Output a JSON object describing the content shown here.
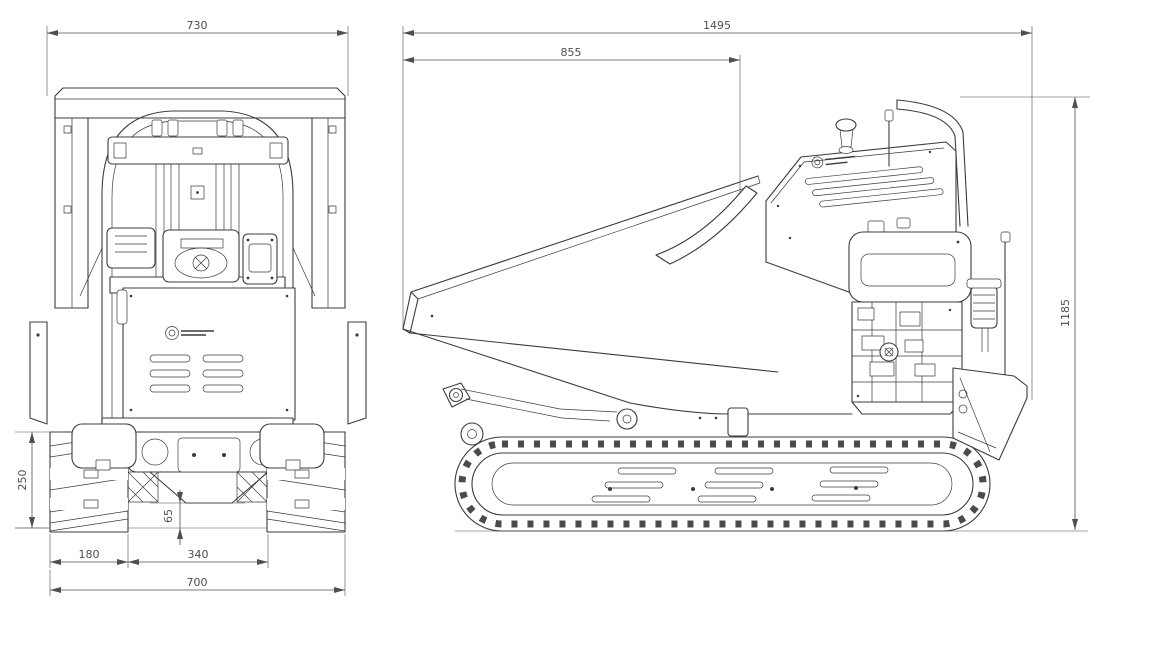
{
  "page": {
    "background": "#ffffff",
    "line_color": "#3c3c3c",
    "dim_text_color": "#4f4f4f"
  },
  "dimensions": {
    "rear": {
      "top_width": "730",
      "track_height": "250",
      "ground_clearance": "65",
      "track_width": "180",
      "track_gauge": "340",
      "overall_width": "700"
    },
    "side": {
      "overall_length": "1495",
      "hopper_length": "855",
      "overall_height": "1185"
    }
  },
  "icons": {
    "brand_logo": "circular-brand-mark-with-wordmark"
  }
}
